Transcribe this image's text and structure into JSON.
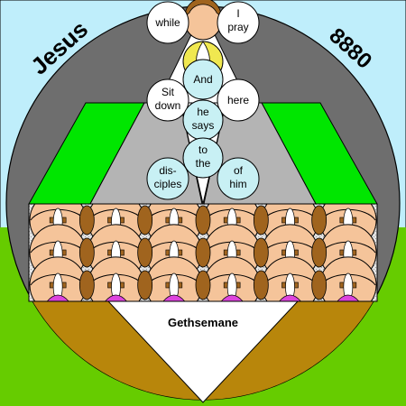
{
  "title_left": "Jesus",
  "title_right": "8880",
  "top_circles": [
    {
      "lines": [
        "while"
      ]
    },
    {
      "lines": [
        "I",
        "pray"
      ]
    }
  ],
  "middle_circles": [
    {
      "lines": [
        "And"
      ]
    },
    {
      "lines": [
        "Sit",
        "down"
      ]
    },
    {
      "lines": [
        "here"
      ]
    },
    {
      "lines": [
        "he",
        "says"
      ]
    },
    {
      "lines": [
        "to",
        "the"
      ]
    },
    {
      "lines": [
        "dis-",
        "ciples"
      ]
    },
    {
      "lines": [
        "of",
        "him"
      ]
    }
  ],
  "bottom_label": "Gethsemane",
  "colors": {
    "sky": "#bfeefb",
    "grass": "#66cc00",
    "disk": "#6e6e6e",
    "green_panel": "#00e600",
    "gray_panel": "#b4b4b4",
    "earth": "#b8860b",
    "skin": "#f5c49a",
    "bubble": "#c8f0f4",
    "halo": "#f0e850",
    "tile_brown": "#a0641e",
    "magenta": "#dd44dd"
  }
}
